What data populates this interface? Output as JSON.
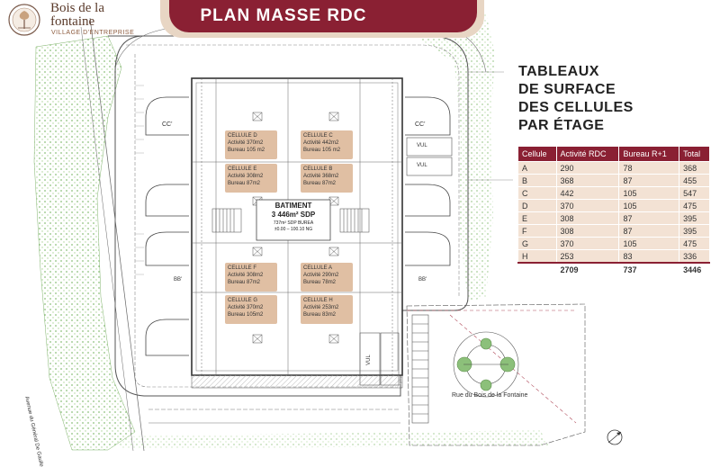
{
  "brand": {
    "name": "Bois de la fontaine",
    "tagline": "VILLAGE D'ENTREPRISE"
  },
  "header": {
    "title": "PLAN MASSE RDC"
  },
  "plan": {
    "building": {
      "title": "BATIMENT",
      "area": "3 446m² SDP",
      "note": "737m² SDP BUREA",
      "levels": "±0.00 – 100.10 NG"
    },
    "cells": [
      {
        "name": "CELLULE D",
        "activity": "Activité 370m2",
        "office": "Bureau 105 m2"
      },
      {
        "name": "CELLULE C",
        "activity": "Activité 442m2",
        "office": "Bureau 105 m2"
      },
      {
        "name": "CELLULE E",
        "activity": "Activité 308m2",
        "office": "Bureau 87m2"
      },
      {
        "name": "CELLULE B",
        "activity": "Activité 368m2",
        "office": "Bureau 87m2"
      },
      {
        "name": "CELLULE F",
        "activity": "Activité 308m2",
        "office": "Bureau 87m2"
      },
      {
        "name": "CELLULE A",
        "activity": "Activité 290m2",
        "office": "Bureau 78m2"
      },
      {
        "name": "CELLULE G",
        "activity": "Activité 370m2",
        "office": "Bureau 105m2"
      },
      {
        "name": "CELLULE H",
        "activity": "Activité 253m2",
        "office": "Bureau 83m2"
      }
    ],
    "labels": {
      "cc": "CC'",
      "bb": "BB'",
      "vul": "VUL",
      "street": "Rue du Bois de la Fontaine",
      "avenue": "Avenue du Général De Gaulle",
      "north": "N"
    }
  },
  "tableau": {
    "title_lines": [
      "TABLEAUX",
      "DE SURFACE",
      "DES CELLULES",
      "PAR ÉTAGE"
    ],
    "headers": [
      "Cellule",
      "Activité RDC",
      "Bureau R+1",
      "Total"
    ],
    "rows": [
      [
        "A",
        "290",
        "78",
        "368"
      ],
      [
        "B",
        "368",
        "87",
        "455"
      ],
      [
        "C",
        "442",
        "105",
        "547"
      ],
      [
        "D",
        "370",
        "105",
        "475"
      ],
      [
        "E",
        "308",
        "87",
        "395"
      ],
      [
        "F",
        "308",
        "87",
        "395"
      ],
      [
        "G",
        "370",
        "105",
        "475"
      ],
      [
        "H",
        "253",
        "83",
        "336"
      ]
    ],
    "total": [
      "",
      "2709",
      "737",
      "3446"
    ]
  },
  "colors": {
    "accent": "#8a2033",
    "cell_fill": "#e0bfa3",
    "table_row": "#f3e2d4",
    "green": "#8cc07a"
  }
}
